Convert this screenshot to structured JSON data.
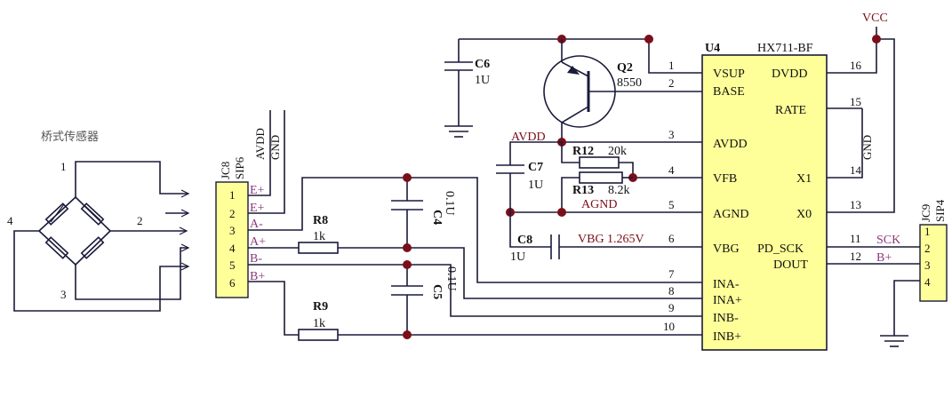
{
  "colors": {
    "wire": "#1a1a3a",
    "junction": "#7a0f1a",
    "ic_fill": "#ffff99",
    "net_label": "#7a0f1a",
    "signal_label": "#8a3a7a"
  },
  "sensor": {
    "label": "桥式传感器",
    "nodes": [
      "1",
      "2",
      "3",
      "4"
    ]
  },
  "jc8": {
    "ref": "JC8",
    "type": "SIP6",
    "pins": [
      "1",
      "2",
      "3",
      "4",
      "5",
      "6"
    ],
    "nets": [
      "E+",
      "E+",
      "A-",
      "A+",
      "B-",
      "B+"
    ],
    "top_nets": [
      "AVDD",
      "GND"
    ]
  },
  "r8": {
    "ref": "R8",
    "value": "1k"
  },
  "r9": {
    "ref": "R9",
    "value": "1k"
  },
  "c4": {
    "ref": "C4",
    "value": "0.1U"
  },
  "c5": {
    "ref": "C5",
    "value": "0.1U"
  },
  "c6": {
    "ref": "C6",
    "value": "1U"
  },
  "c7": {
    "ref": "C7",
    "value": "1U"
  },
  "c8": {
    "ref": "C8",
    "value": "1U"
  },
  "q2": {
    "ref": "Q2",
    "value": "8550"
  },
  "r12": {
    "ref": "R12",
    "value": "20k"
  },
  "r13": {
    "ref": "R13",
    "value": "8.2k"
  },
  "nets": {
    "avdd": "AVDD",
    "agnd": "AGND",
    "vbg": "VBG 1.265V",
    "vcc": "VCC",
    "gnd": "GND"
  },
  "u4": {
    "ref": "U4",
    "part": "HX711-BF",
    "left_pins": [
      {
        "num": "1",
        "name": "VSUP"
      },
      {
        "num": "2",
        "name": "BASE"
      },
      {
        "num": "3",
        "name": "AVDD"
      },
      {
        "num": "4",
        "name": "VFB"
      },
      {
        "num": "5",
        "name": "AGND"
      },
      {
        "num": "6",
        "name": "VBG"
      },
      {
        "num": "7",
        "name": "INA-"
      },
      {
        "num": "8",
        "name": "INA+"
      },
      {
        "num": "9",
        "name": "INB-"
      },
      {
        "num": "10",
        "name": "INB+"
      }
    ],
    "right_pins": [
      {
        "num": "16",
        "name": "DVDD"
      },
      {
        "num": "15",
        "name": "RATE"
      },
      {
        "num": "14",
        "name": "X1"
      },
      {
        "num": "13",
        "name": "X0"
      },
      {
        "num": "11",
        "name": "PD_SCK"
      },
      {
        "num": "12",
        "name": "DOUT"
      }
    ]
  },
  "jc9": {
    "ref": "JC9",
    "type": "SIP4",
    "pins": [
      "1",
      "2",
      "3",
      "4"
    ],
    "nets": [
      "SCK",
      "B+"
    ]
  }
}
